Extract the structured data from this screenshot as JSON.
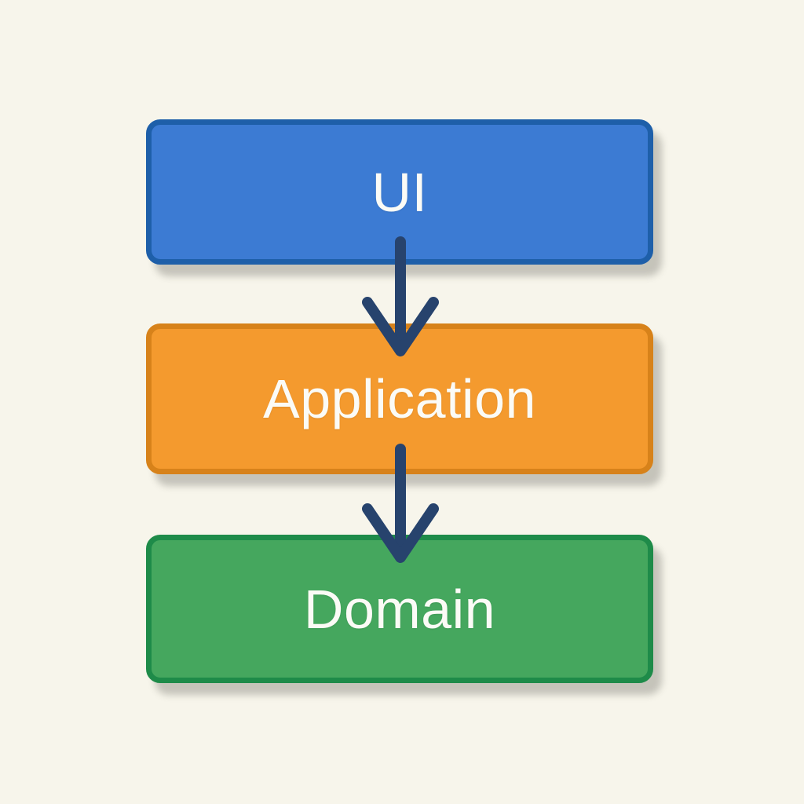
{
  "diagram": {
    "background_color": "#f7f5eb",
    "text_color": "#fbfbf6",
    "arrow_color": "#27436d",
    "layers": [
      {
        "label": "UI",
        "fill": "#3c7bd3",
        "border": "#1e5fa9"
      },
      {
        "label": "Application",
        "fill": "#f49a2e",
        "border": "#d7821a"
      },
      {
        "label": "Domain",
        "fill": "#45a75e",
        "border": "#1e8b49"
      }
    ],
    "arrows": [
      {
        "from": "UI",
        "to": "Application"
      },
      {
        "from": "Application",
        "to": "Domain"
      }
    ]
  }
}
